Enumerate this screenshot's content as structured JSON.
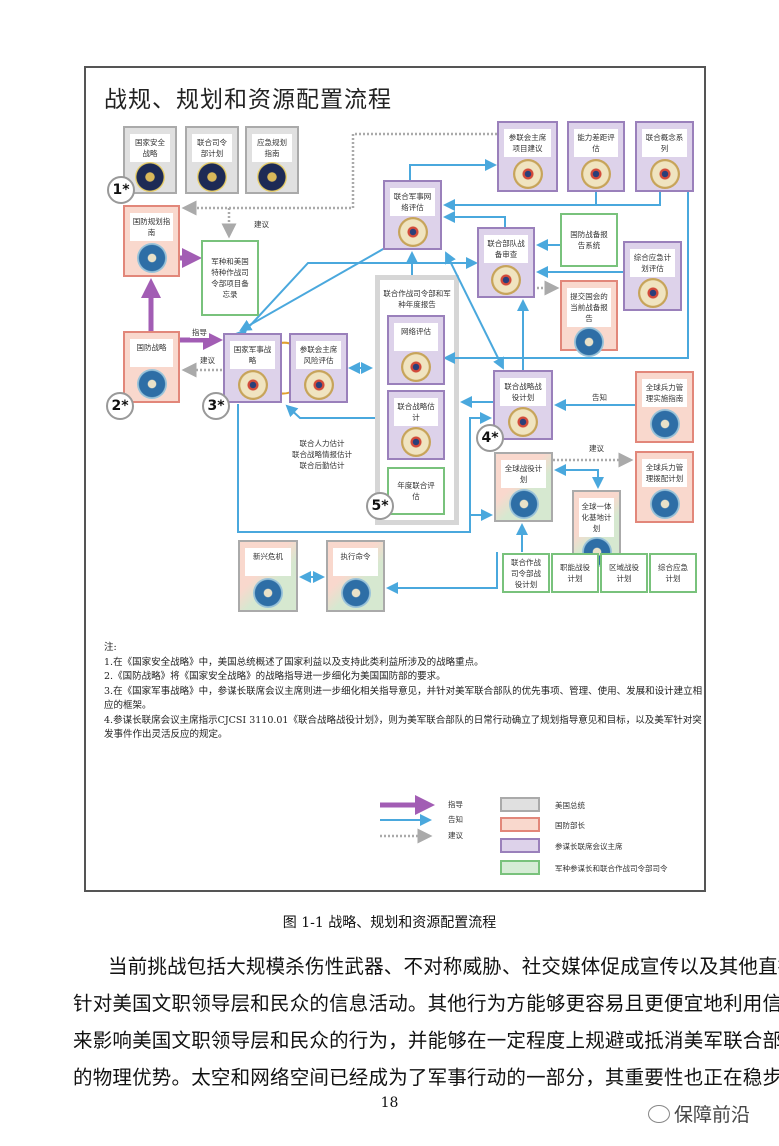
{
  "diagram": {
    "title": "战规、规划和资源配置流程",
    "nodes": {
      "nss": {
        "label": "国家安全战略",
        "kind": "gray",
        "seal": "president"
      },
      "ucp": {
        "label": "联合司令部计划",
        "kind": "gray",
        "seal": "president"
      },
      "cpg": {
        "label": "应急规划指南",
        "kind": "gray",
        "seal": "president"
      },
      "dpg": {
        "label": "国防规划指南",
        "kind": "pink",
        "seal": "dod"
      },
      "pom": {
        "label": "军种和美国特种作战司令部项目备忘录",
        "kind": "green",
        "seal": ""
      },
      "nds": {
        "label": "国防战略",
        "kind": "pink",
        "seal": "dod"
      },
      "nms": {
        "label": "国家军事战略",
        "kind": "purple",
        "seal": "cjcs"
      },
      "cra": {
        "label": "参联会主席风险评估",
        "kind": "purple",
        "seal": "cjcs"
      },
      "netass": {
        "label": "网络评估",
        "kind": "purple",
        "seal": "cjcs"
      },
      "jse": {
        "label": "联合战略估计",
        "kind": "purple",
        "seal": "cjcs"
      },
      "aja": {
        "label": "年度联合评估",
        "kind": "green",
        "seal": ""
      },
      "jmna": {
        "label": "联合军事网络评估",
        "kind": "purple",
        "seal": "cjcs"
      },
      "cpr": {
        "label": "参联会主席项目建议",
        "kind": "purple",
        "seal": "cjcs"
      },
      "cga": {
        "label": "能力差距评估",
        "kind": "purple",
        "seal": "cjcs"
      },
      "jcs": {
        "label": "联合概念系列",
        "kind": "purple",
        "seal": "cjcs"
      },
      "jfrr": {
        "label": "联合部队战备审查",
        "kind": "purple",
        "seal": "cjcs"
      },
      "drrs": {
        "label": "国防战备报告系统",
        "kind": "green",
        "seal": ""
      },
      "ccpa": {
        "label": "综合应急计划评估",
        "kind": "purple",
        "seal": "cjcs"
      },
      "rtc": {
        "label": "提交国会的当前战备报告",
        "kind": "pink",
        "seal": "dod"
      },
      "jscp": {
        "label": "联合战略战役计划",
        "kind": "purple",
        "seal": "cjcs"
      },
      "gfmig": {
        "label": "全球兵力管理实施指南",
        "kind": "pink",
        "seal": "dod"
      },
      "gcp": {
        "label": "全球战役计划",
        "kind": "mix",
        "seal": "dod"
      },
      "gfmap": {
        "label": "全球兵力管理拨配计划",
        "kind": "pink",
        "seal": "dod"
      },
      "gibp": {
        "label": "全球一体化基地计划",
        "kind": "mix",
        "seal": "dod"
      },
      "ccp": {
        "label": "联合作战司令部战役计划",
        "kind": "green",
        "seal": ""
      },
      "fcp": {
        "label": "职能战役计划",
        "kind": "green",
        "seal": ""
      },
      "rcp": {
        "label": "区域战役计划",
        "kind": "green",
        "seal": ""
      },
      "icp": {
        "label": "综合应急计划",
        "kind": "green",
        "seal": ""
      },
      "crisis": {
        "label": "新兴危机",
        "kind": "mix",
        "seal": "dod"
      },
      "exord": {
        "label": "执行命令",
        "kind": "mix",
        "seal": "dod"
      }
    },
    "annual_reports_label": "联合作战司令部和军种年度报告",
    "steps": [
      "1*",
      "2*",
      "3*",
      "4*",
      "5*"
    ],
    "arrow_labels": {
      "advise_top": "建议",
      "guide": "指导",
      "advise_left": "建议",
      "inform": "告知",
      "advise_right": "建议"
    },
    "estimates": [
      "联合人力估计",
      "联合战略情报估计",
      "联合后勤估计"
    ],
    "notes": {
      "heading": "注:",
      "items": [
        "1.在《国家安全战略》中，美国总统概述了国家利益以及支持此类利益所涉及的战略重点。",
        "2.《国防战略》将《国家安全战略》的战略指导进一步细化为美国国防部的要求。",
        "3.在《国家军事战略》中，参谋长联席会议主席则进一步细化相关指导意见，并针对美军联合部队的优先事项、管理、使用、发展和设计建立相应的框架。",
        "4.参谋长联席会议主席指示CJCSI 3110.01《联合战略战役计划》，则为美军联合部队的日常行动确立了规划指导意见和目标，以及美军针对突发事件作出灵活反应的规定。"
      ]
    },
    "legend": {
      "arrows": [
        {
          "label": "指导",
          "color": "#a25db4",
          "style": "solid-thick"
        },
        {
          "label": "告知",
          "color": "#4aa8dd",
          "style": "solid"
        },
        {
          "label": "建议",
          "color": "#aaaaaa",
          "style": "dotted"
        }
      ],
      "boxes": [
        {
          "label": "美国总统",
          "fill": "#e0e0e0",
          "border": "#aaaaaa"
        },
        {
          "label": "国防部长",
          "fill": "#f9d8cd",
          "border": "#e2877a"
        },
        {
          "label": "参谋长联席会议主席",
          "fill": "#ddd2ea",
          "border": "#9a80bb"
        },
        {
          "label": "军种参谋长和联合作战司令部司令",
          "fill": "#d6ecd6",
          "border": "#79c27c"
        }
      ]
    }
  },
  "caption": "图 1-1 战略、规划和资源配置流程",
  "body_lines": [
    "当前挑战包括大规模杀伤性武器、不对称威胁、社交媒体促成宣传以及其他直接",
    "针对美国文职领导层和民众的信息活动。其他行为方能够更容易且更便宜地利用信息",
    "来影响美国文职领导层和民众的行为，并能够在一定程度上规避或抵消美军联合部队",
    "的物理优势。太空和网络空间已经成为了军事行动的一部分，其重要性也正在稳步提"
  ],
  "page_number": "18",
  "watermark": "保障前沿"
}
